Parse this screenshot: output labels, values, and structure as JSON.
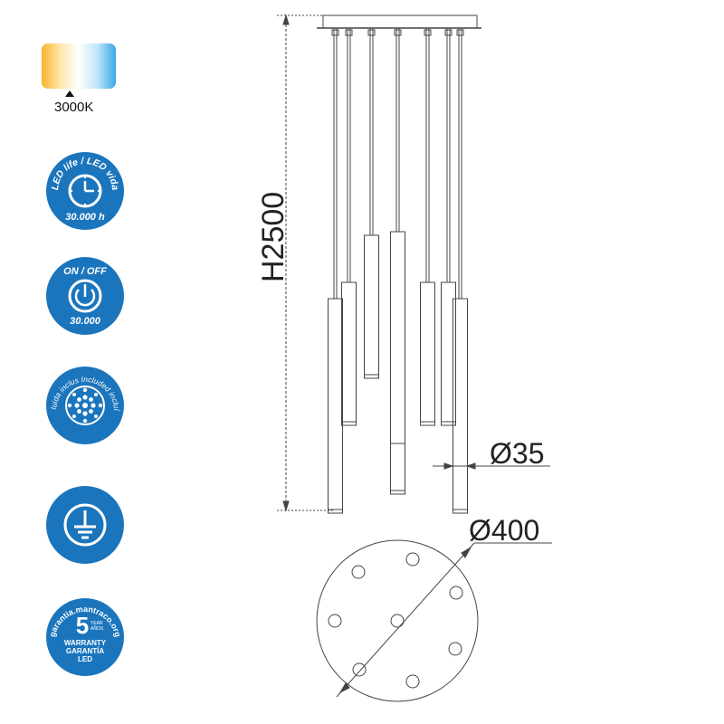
{
  "color_temperature": {
    "label": "3000K",
    "gradient": [
      "#f7b52a",
      "#fde7a8",
      "#ffffff",
      "#bfe6f8",
      "#3aa7e3"
    ]
  },
  "badges": {
    "accent_color": "#1b75bc",
    "led_life": {
      "arc_text": "LED life / LED vida",
      "value": "30.000 h",
      "icon": "clock-icon"
    },
    "on_off": {
      "title": "ON / OFF",
      "value": "30.000",
      "icon": "power-icon"
    },
    "included": {
      "arc_text": "incluida   inclus   Included   incluída",
      "icon": "led-cluster-icon"
    },
    "earth": {
      "icon": "ground-symbol-icon"
    },
    "warranty": {
      "arc_text": "garantia.mantraco.org",
      "years": "5",
      "years_caption_1": "YEAR",
      "years_caption_2": "AÑOS",
      "line_1": "WARRANTY",
      "line_2": "GARANTÍA",
      "line_3": "LED"
    }
  },
  "drawing": {
    "height_label": "H2500",
    "tube_diameter_label": "Ø35",
    "canopy_diameter_label": "Ø400",
    "pendant_count": 8
  }
}
